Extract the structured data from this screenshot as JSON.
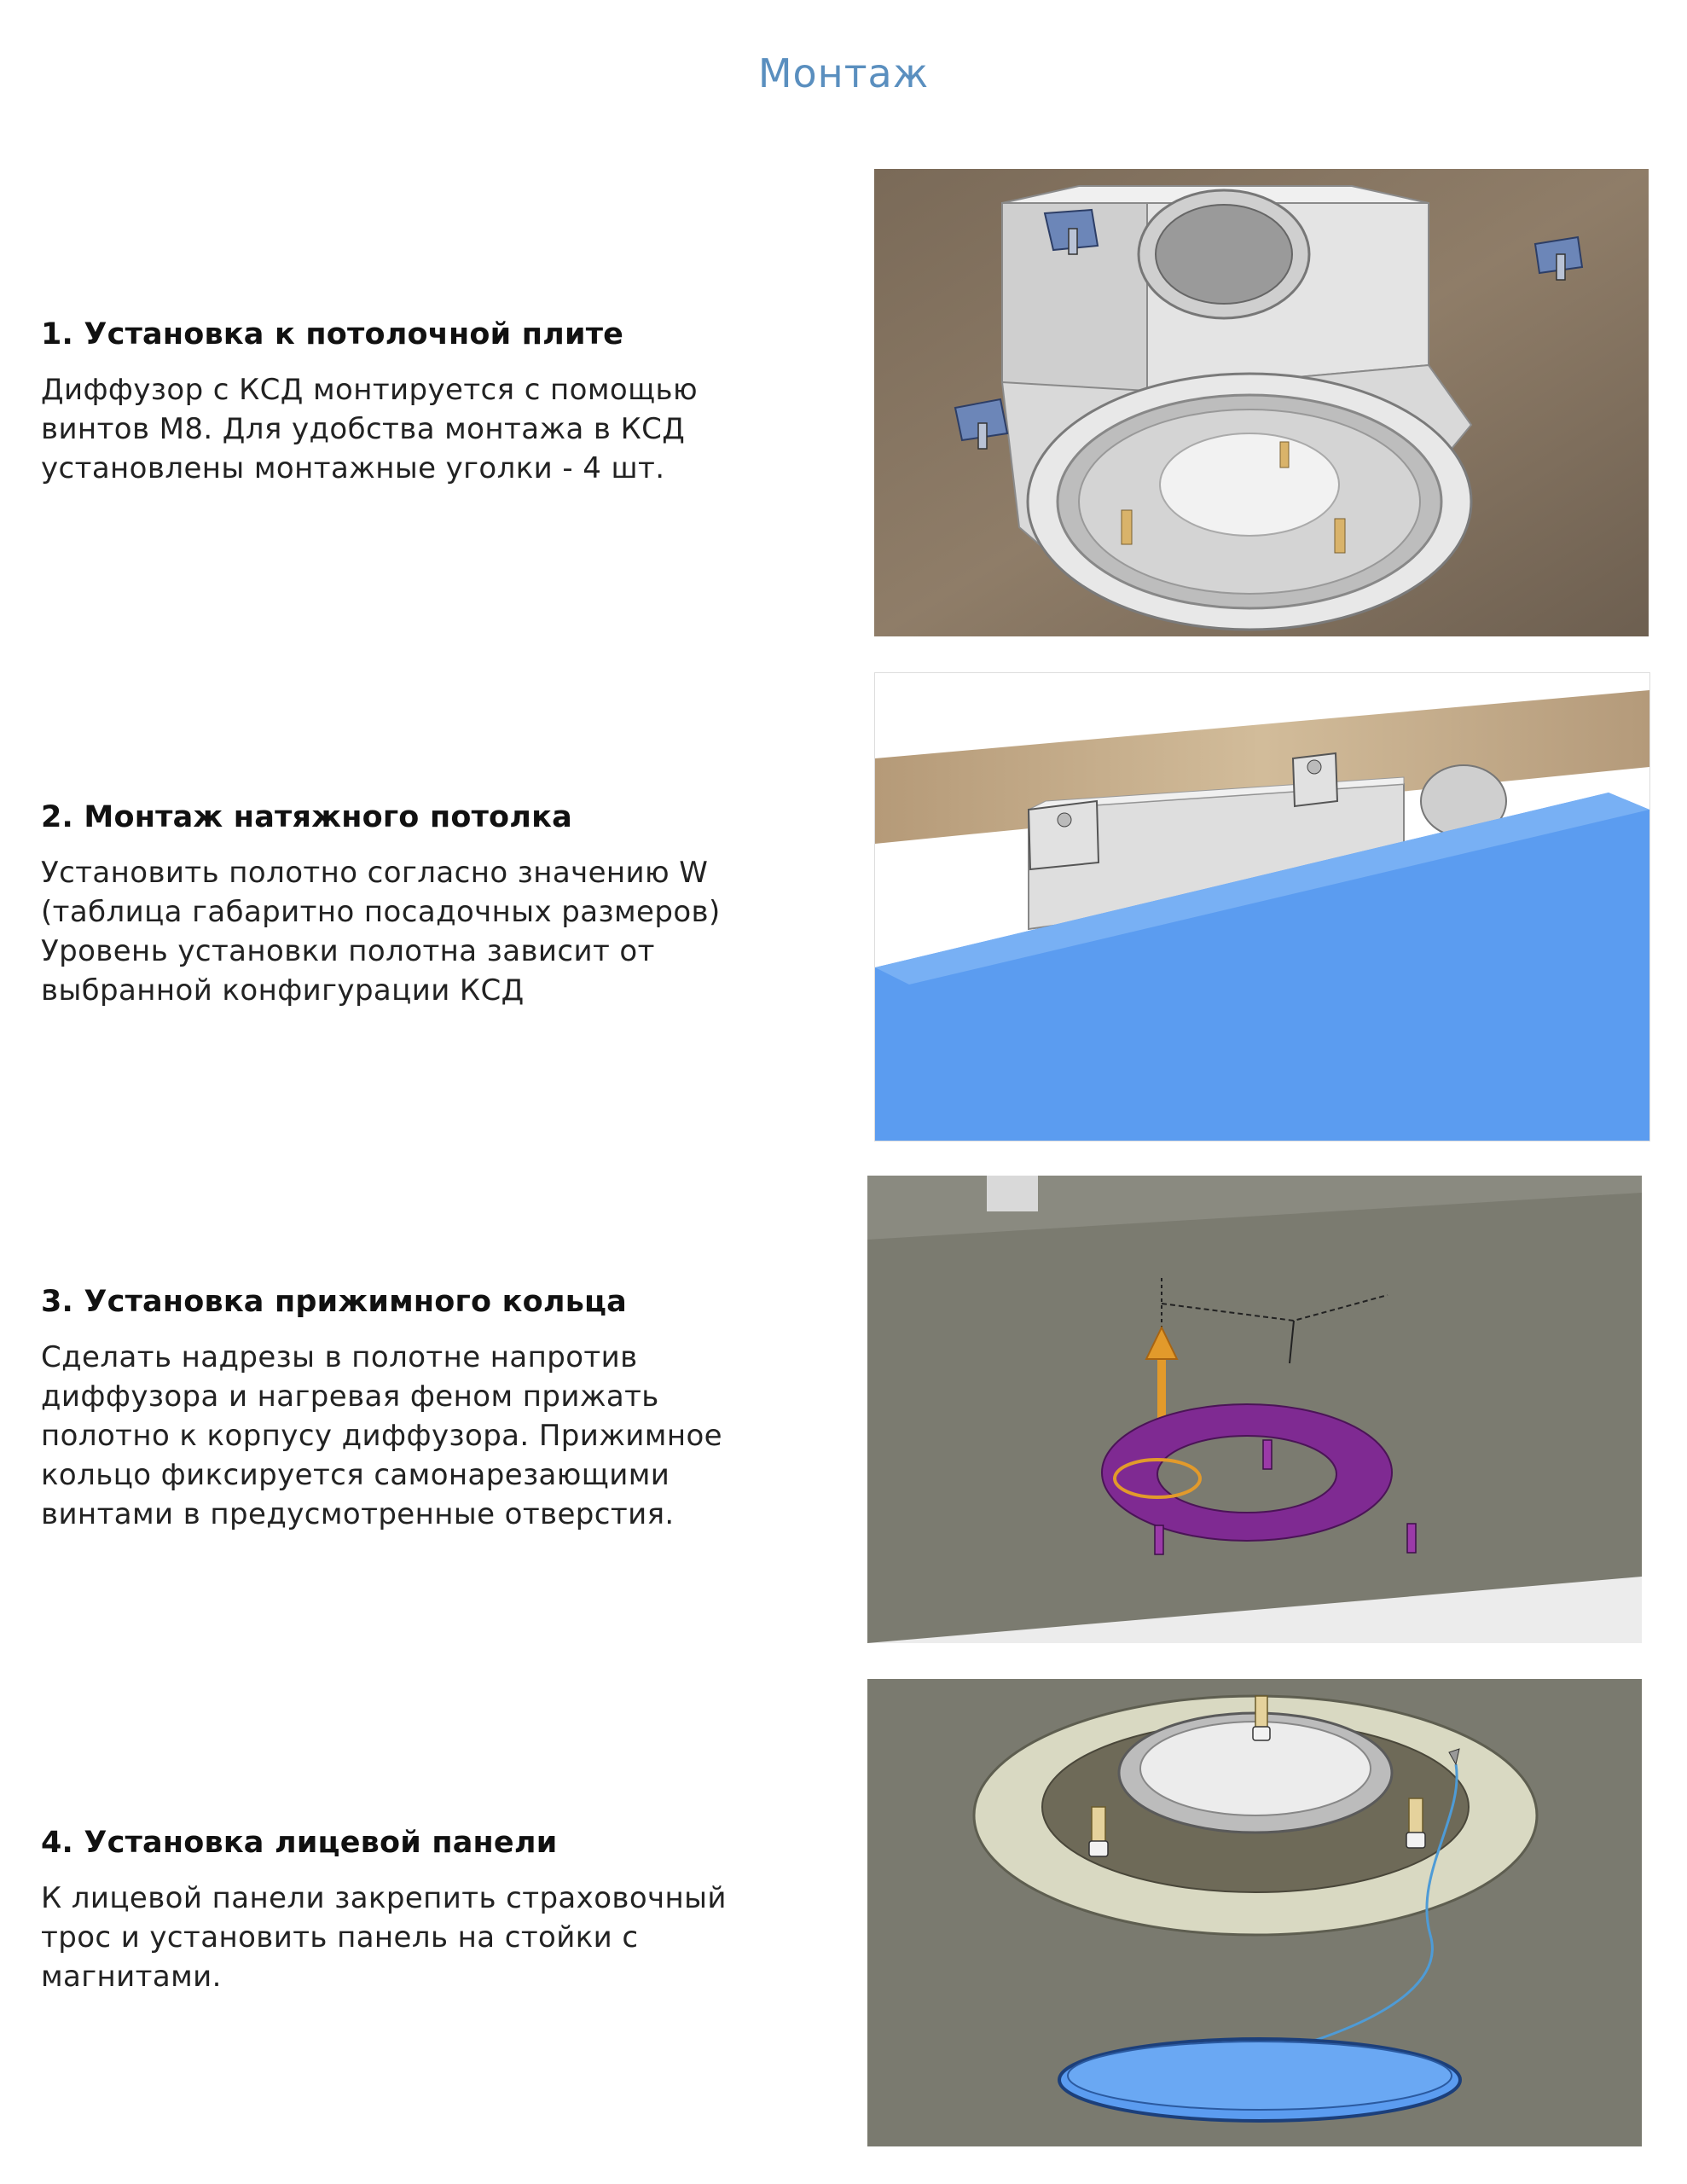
{
  "title": "Монтаж",
  "steps": [
    {
      "heading": "1. Установка к потолочной плите",
      "body": "Диффузор с КСД монтируется с помощью\nвинтов М8. Для удобства монтажа в КСД\nустановлены монтажные уголки - 4 шт.",
      "figure": "box-with-mounting-brackets"
    },
    {
      "heading": "2. Монтаж натяжного потолка",
      "body": "Установить полотно согласно значению W\n(таблица габаритно посадочных размеров)\nУровень установки полотна зависит от\nвыбранной конфигурации КСД",
      "figure": "stretch-ceiling-sheet"
    },
    {
      "heading": "3. Установка прижимного кольца",
      "body": "Сделать надрезы в полотне напротив\nдиффузора и нагревая феном прижать\nполотно к корпусу диффузора. Прижимное\nкольцо фиксируется самонарезающими\nвинтами в предусмотренные отверстия.",
      "figure": "clamping-ring"
    },
    {
      "heading": "4. Установка лицевой панели",
      "body": "К лицевой панели закрепить страховочный\nтрос и установить панель на стойки с\nмагнитами.",
      "figure": "front-panel-with-safety-cable"
    }
  ],
  "colors": {
    "title": "#5a8fbf",
    "ceiling_blue": "#5b9cf0",
    "ring_purple": "#7f2a92",
    "grey_background": "#7b7b70"
  }
}
